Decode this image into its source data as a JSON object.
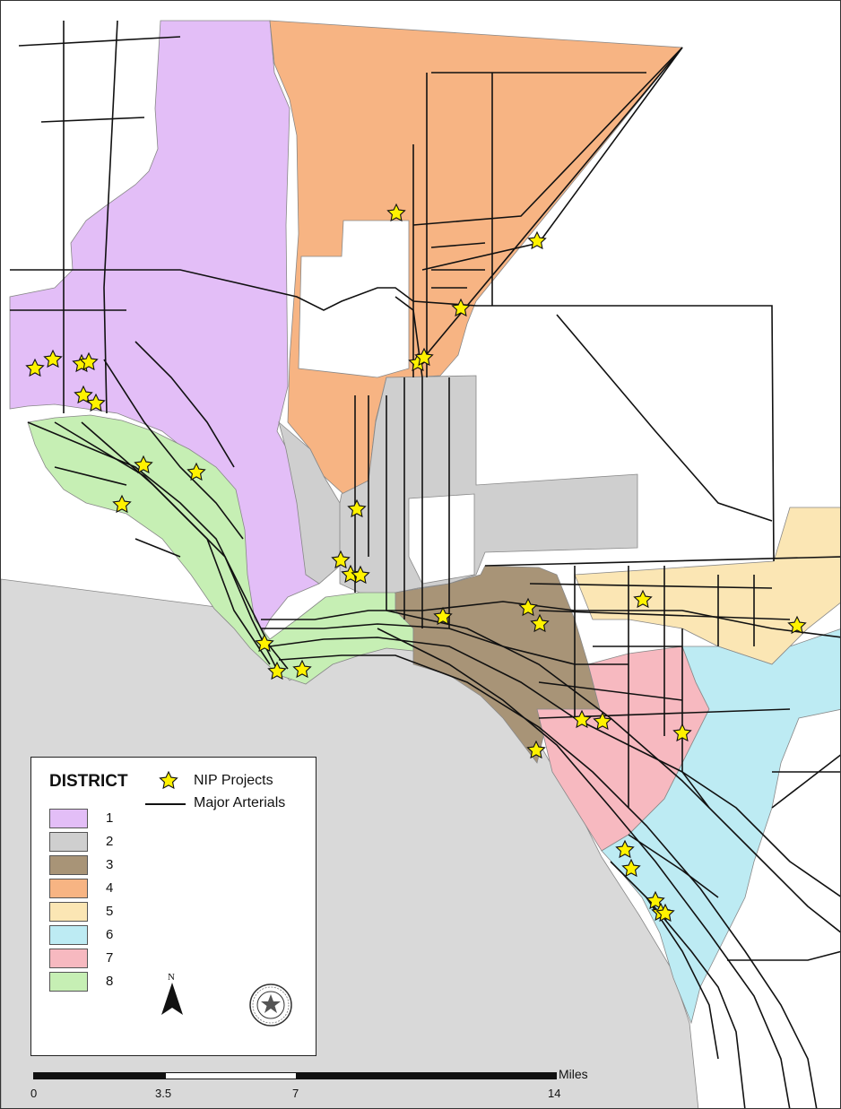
{
  "legend": {
    "title": "DISTRICT",
    "nip_label": "NIP Projects",
    "arterials_label": "Major Arterials",
    "districts": [
      {
        "label": "1",
        "color": "#E3BEF7"
      },
      {
        "label": "2",
        "color": "#CFCFCF"
      },
      {
        "label": "3",
        "color": "#A89477"
      },
      {
        "label": "4",
        "color": "#F7B483"
      },
      {
        "label": "5",
        "color": "#FBE6B4"
      },
      {
        "label": "6",
        "color": "#BDEBF3"
      },
      {
        "label": "7",
        "color": "#F7B9C0"
      },
      {
        "label": "8",
        "color": "#C6EFB4"
      }
    ],
    "north_label": "N"
  },
  "scale": {
    "ticks": [
      "0",
      "3.5",
      "7",
      "14"
    ],
    "unit": "Miles"
  },
  "colors": {
    "outside_region": "#D9D9D9",
    "background": "#FFFFFF",
    "star_fill": "#FFF200",
    "road": "#111111"
  }
}
